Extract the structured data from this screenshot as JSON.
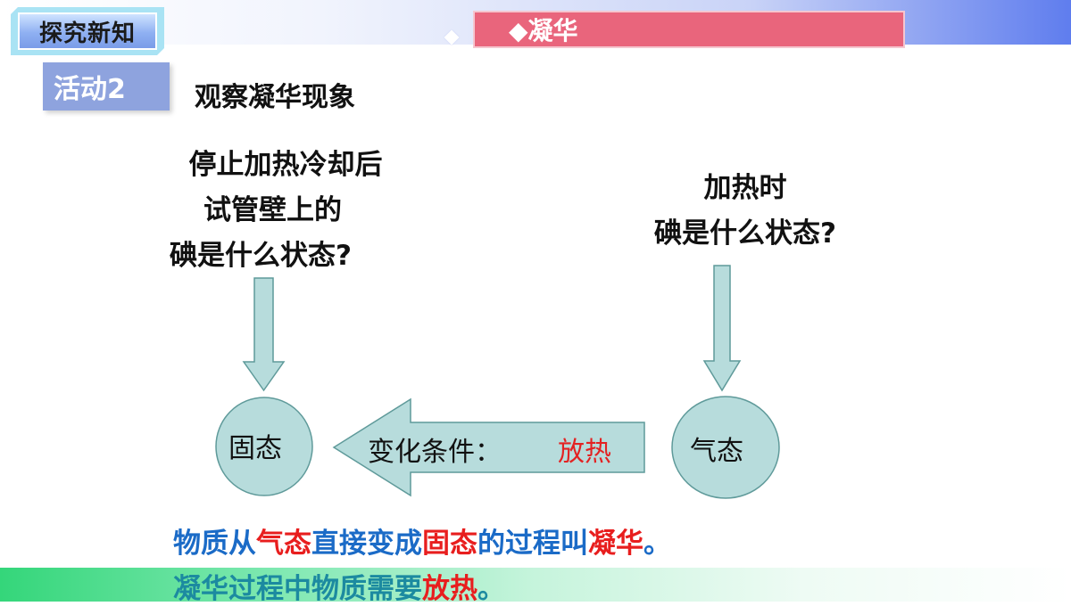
{
  "header": {
    "badge_label": "探究新知",
    "section_title": "◆凝华"
  },
  "activity": {
    "tag": "活动2",
    "title": "观察凝华现象"
  },
  "questions": {
    "left": [
      "停止加热冷却后",
      "试管壁上的",
      "碘是什么状态?"
    ],
    "right": [
      "加热时",
      "碘是什么状态?"
    ]
  },
  "diagram": {
    "solid_state": "固态",
    "gas_state": "气态",
    "condition_label": "变化条件：",
    "condition_value": "放热",
    "colors": {
      "fill": "#b7dcdc",
      "stroke": "#5f9a9a",
      "condition_value": "#e32222"
    }
  },
  "conclusion": {
    "line1": [
      {
        "text": "物质从",
        "color": "blue"
      },
      {
        "text": "气态",
        "color": "red"
      },
      {
        "text": "直接",
        "color": "blue"
      },
      {
        "text": "变成",
        "color": "blue"
      },
      {
        "text": "固态",
        "color": "red"
      },
      {
        "text": "的过程叫",
        "color": "blue"
      },
      {
        "text": "凝华",
        "color": "red"
      },
      {
        "text": "。",
        "color": "blue"
      }
    ],
    "line2": [
      {
        "text": "凝华过程中物质需要",
        "color": "teal"
      },
      {
        "text": "放热",
        "color": "red"
      },
      {
        "text": "。",
        "color": "teal"
      }
    ]
  }
}
